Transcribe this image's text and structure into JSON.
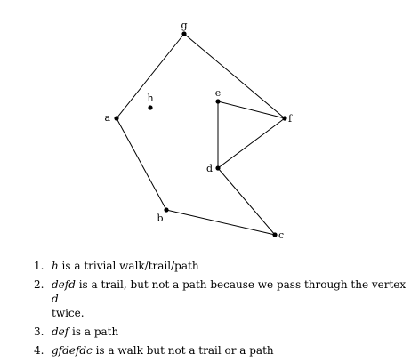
{
  "graph": {
    "vertices": [
      {
        "id": "g",
        "label": "g"
      },
      {
        "id": "a",
        "label": "a"
      },
      {
        "id": "h",
        "label": "h"
      },
      {
        "id": "e",
        "label": "e"
      },
      {
        "id": "f",
        "label": "f"
      },
      {
        "id": "d",
        "label": "d"
      },
      {
        "id": "b",
        "label": "b"
      },
      {
        "id": "c",
        "label": "c"
      }
    ],
    "edges": [
      [
        "g",
        "a"
      ],
      [
        "g",
        "f"
      ],
      [
        "a",
        "b"
      ],
      [
        "b",
        "c"
      ],
      [
        "c",
        "d"
      ],
      [
        "d",
        "e"
      ],
      [
        "e",
        "f"
      ],
      [
        "f",
        "d"
      ]
    ]
  },
  "examples": [
    {
      "number": "1.",
      "math": "h",
      "text": " is a trivial walk/trail/path",
      "extra_math": "",
      "extra_text": ""
    },
    {
      "number": "2.",
      "math": "defd",
      "text": " is a trail, but not a path because we pass through the vertex ",
      "extra_math": "d",
      "extra_text": " twice."
    },
    {
      "number": "3.",
      "math": "def",
      "text": " is a path",
      "extra_math": "",
      "extra_text": ""
    },
    {
      "number": "4.",
      "math": "gfdefdc",
      "text": " is a walk but not a trail or a path",
      "extra_math": "",
      "extra_text": ""
    }
  ]
}
